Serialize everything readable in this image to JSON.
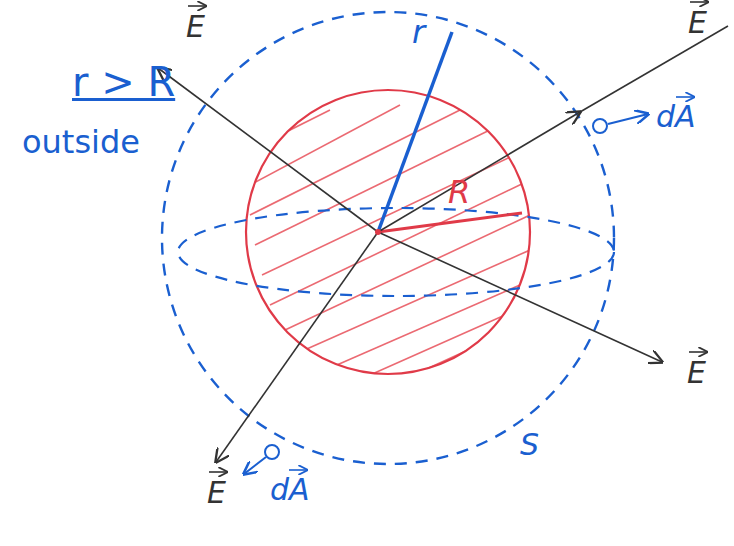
{
  "diagram": {
    "labels": [
      "r > R",
      "outside",
      "E",
      "E",
      "E",
      "E",
      "r",
      "R",
      "dA",
      "dA",
      "S"
    ]
  }
}
